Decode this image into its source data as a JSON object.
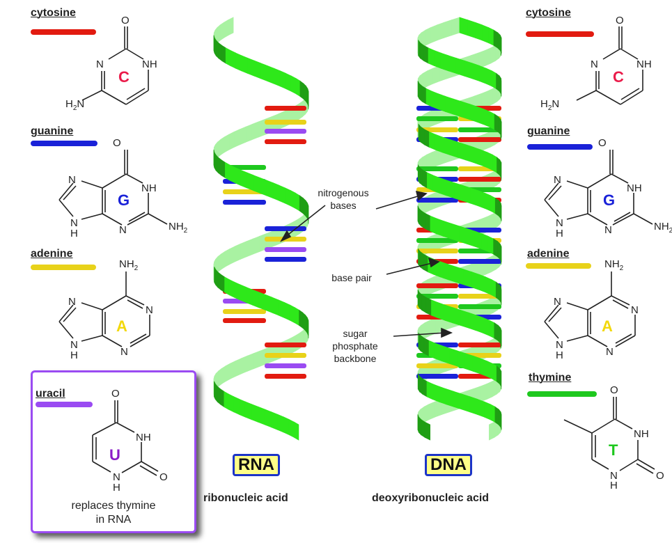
{
  "colors": {
    "cytosine": "#e21b10",
    "guanine": "#1a22d8",
    "adenine": "#e8d21a",
    "thymine": "#1ec81e",
    "uracil": "#9a4bf2",
    "backbone_light": "#a8f5a0",
    "backbone_dark": "#22e010",
    "badge_fill": "#ffff88",
    "badge_border": "#1c34c8"
  },
  "left_bases": [
    {
      "id": "cytosine",
      "name": "cytosine",
      "letter": "C",
      "atoms": {
        "o": "O",
        "n": "N",
        "nh": "NH",
        "nh2": "H2N"
      }
    },
    {
      "id": "guanine",
      "name": "guanine",
      "letter": "G",
      "atoms": {
        "o": "O",
        "n7": "N",
        "nh": "NH",
        "n9": "N",
        "h9": "H",
        "n3": "N",
        "nh2": "NH2"
      }
    },
    {
      "id": "adenine",
      "name": "adenine",
      "letter": "A",
      "atoms": {
        "nh2": "NH2",
        "n7": "N",
        "n1": "N",
        "n9": "N",
        "h9": "H",
        "n3": "N"
      }
    },
    {
      "id": "uracil",
      "name": "uracil",
      "letter": "U",
      "atoms": {
        "o4": "O",
        "nh": "NH",
        "n1": "N",
        "h1": "H",
        "o2": "O"
      },
      "note_line1": "replaces thymine",
      "note_line2": "in RNA"
    }
  ],
  "right_bases": [
    {
      "id": "cytosine",
      "name": "cytosine",
      "letter": "C"
    },
    {
      "id": "guanine",
      "name": "guanine",
      "letter": "G"
    },
    {
      "id": "adenine",
      "name": "adenine",
      "letter": "A"
    },
    {
      "id": "thymine",
      "name": "thymine",
      "letter": "T"
    }
  ],
  "annotations": {
    "nitrogenous_bases_1": "nitrogenous",
    "nitrogenous_bases_2": "bases",
    "base_pair": "base pair",
    "backbone_1": "sugar",
    "backbone_2": "phosphate",
    "backbone_3": "backbone"
  },
  "rna": {
    "badge": "RNA",
    "name": "ribonucleic acid",
    "rungs": [
      "cytosine",
      "adenine",
      "uracil",
      "cytosine",
      "thymine",
      "guanine",
      "adenine",
      "guanine",
      "guanine",
      "adenine",
      "uracil",
      "guanine",
      "cytosine",
      "uracil",
      "adenine",
      "cytosine",
      "cytosine",
      "adenine",
      "uracil",
      "cytosine"
    ]
  },
  "dna": {
    "badge": "DNA",
    "name": "deoxyribonucleic acid",
    "pairs": [
      [
        "guanine",
        "cytosine"
      ],
      [
        "thymine",
        "adenine"
      ],
      [
        "adenine",
        "thymine"
      ],
      [
        "guanine",
        "cytosine"
      ],
      [
        "thymine",
        "adenine"
      ],
      [
        "guanine",
        "cytosine"
      ],
      [
        "adenine",
        "thymine"
      ],
      [
        "guanine",
        "cytosine"
      ],
      [
        "cytosine",
        "guanine"
      ],
      [
        "thymine",
        "adenine"
      ],
      [
        "adenine",
        "thymine"
      ],
      [
        "cytosine",
        "guanine"
      ],
      [
        "cytosine",
        "guanine"
      ],
      [
        "thymine",
        "adenine"
      ],
      [
        "adenine",
        "thymine"
      ],
      [
        "cytosine",
        "guanine"
      ],
      [
        "guanine",
        "cytosine"
      ],
      [
        "thymine",
        "adenine"
      ],
      [
        "adenine",
        "thymine"
      ],
      [
        "guanine",
        "cytosine"
      ]
    ]
  }
}
